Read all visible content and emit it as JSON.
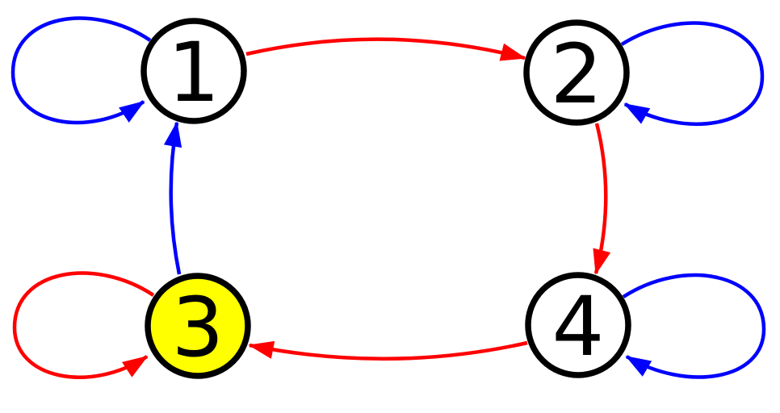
{
  "diagram": {
    "type": "directed-graph",
    "node_count": 4,
    "colors": {
      "red_edge": "#ff0000",
      "blue_edge": "#0000ff",
      "node_border": "#000000",
      "node_fill_default": "#ffffff",
      "node_fill_highlighted": "#ffff00",
      "label_color": "#000000"
    },
    "nodes": [
      {
        "id": "1",
        "label": "1",
        "fill": "#ffffff",
        "highlighted": false
      },
      {
        "id": "2",
        "label": "2",
        "fill": "#ffffff",
        "highlighted": false
      },
      {
        "id": "3",
        "label": "3",
        "fill": "#ffff00",
        "highlighted": true
      },
      {
        "id": "4",
        "label": "4",
        "fill": "#ffffff",
        "highlighted": false
      }
    ],
    "edges": [
      {
        "from": "1",
        "to": "2",
        "color": "red",
        "self_loop": false
      },
      {
        "from": "2",
        "to": "4",
        "color": "red",
        "self_loop": false
      },
      {
        "from": "4",
        "to": "3",
        "color": "red",
        "self_loop": false
      },
      {
        "from": "3",
        "to": "1",
        "color": "blue",
        "self_loop": false
      },
      {
        "from": "1",
        "to": "1",
        "color": "blue",
        "self_loop": true
      },
      {
        "from": "2",
        "to": "2",
        "color": "blue",
        "self_loop": true
      },
      {
        "from": "3",
        "to": "3",
        "color": "red",
        "self_loop": true
      },
      {
        "from": "4",
        "to": "4",
        "color": "blue",
        "self_loop": true
      }
    ]
  }
}
